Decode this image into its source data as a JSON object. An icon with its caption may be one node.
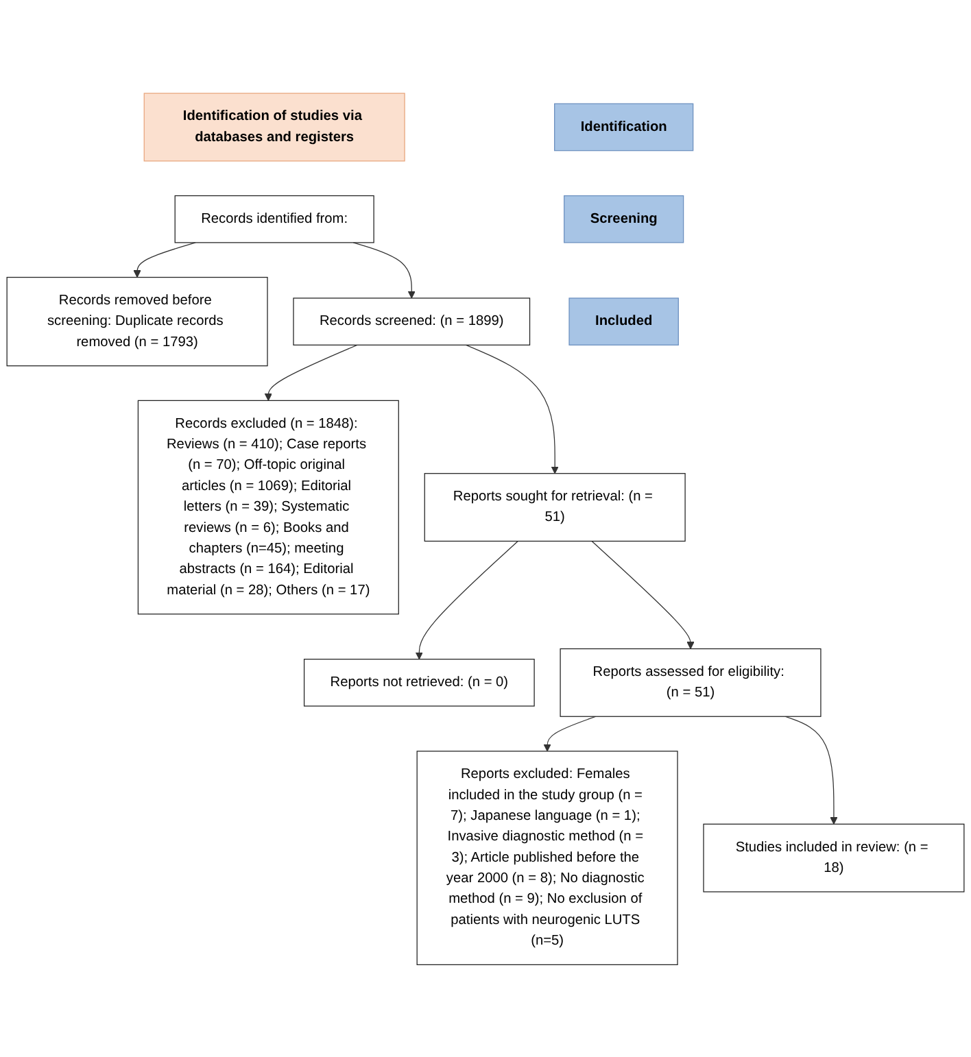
{
  "diagram": {
    "nodes": [
      {
        "text": [
          "Identification of studies via databases and registers"
        ]
      },
      {
        "text": [
          "Identification"
        ]
      },
      {
        "text": [
          "Records identified from:"
        ]
      },
      {
        "text": [
          "Records removed before screening: Duplicate records removed (n = 1793)"
        ]
      },
      {
        "text": [
          "Screening"
        ]
      },
      {
        "text": [
          "Records screened: (n = 1899)"
        ]
      },
      {
        "text": [
          "Records excluded (n = 1848): Reviews (n = 410); Case reports (n = 70); Off-topic original articles (n = 1069); Editorial letters (n = 39); Systematic reviews (n = 6); Books and chapters (n=45); meeting abstracts (n = 164); Editorial material (n = 28); Others (n = 17)"
        ]
      },
      {
        "text": [
          "Reports sought for retrieval: (n = 51)"
        ]
      },
      {
        "text": [
          "Reports not retrieved: (n = 0)"
        ]
      },
      {
        "text": [
          "Reports assessed for eligibility: (n = 51)"
        ]
      },
      {
        "text": [
          "Reports excluded: Females included in the study group (n = 7); Japanese language (n = 1); Invasive diagnostic method (n = 3); Article published before the year 2000 (n = 8); No diagnostic method (n = 9); No exclusion of patients with neurogenic LUTS (n=5)"
        ]
      },
      {
        "text": [
          "Included"
        ]
      },
      {
        "text": [
          "Studies included in review: (n = 18)"
        ]
      }
    ],
    "edges": [
      {
        "from": 2,
        "to": 3,
        "arrow": "to"
      },
      {
        "from": 2,
        "to": 5,
        "arrow": "to"
      },
      {
        "from": 5,
        "to": 6,
        "arrow": "to"
      },
      {
        "from": 5,
        "to": 7,
        "arrow": "to"
      },
      {
        "from": 7,
        "to": 8,
        "arrow": "to"
      },
      {
        "from": 7,
        "to": 9,
        "arrow": "to"
      },
      {
        "from": 9,
        "to": 10,
        "arrow": "to"
      },
      {
        "from": 9,
        "to": 12,
        "arrow": "to"
      }
    ]
  }
}
